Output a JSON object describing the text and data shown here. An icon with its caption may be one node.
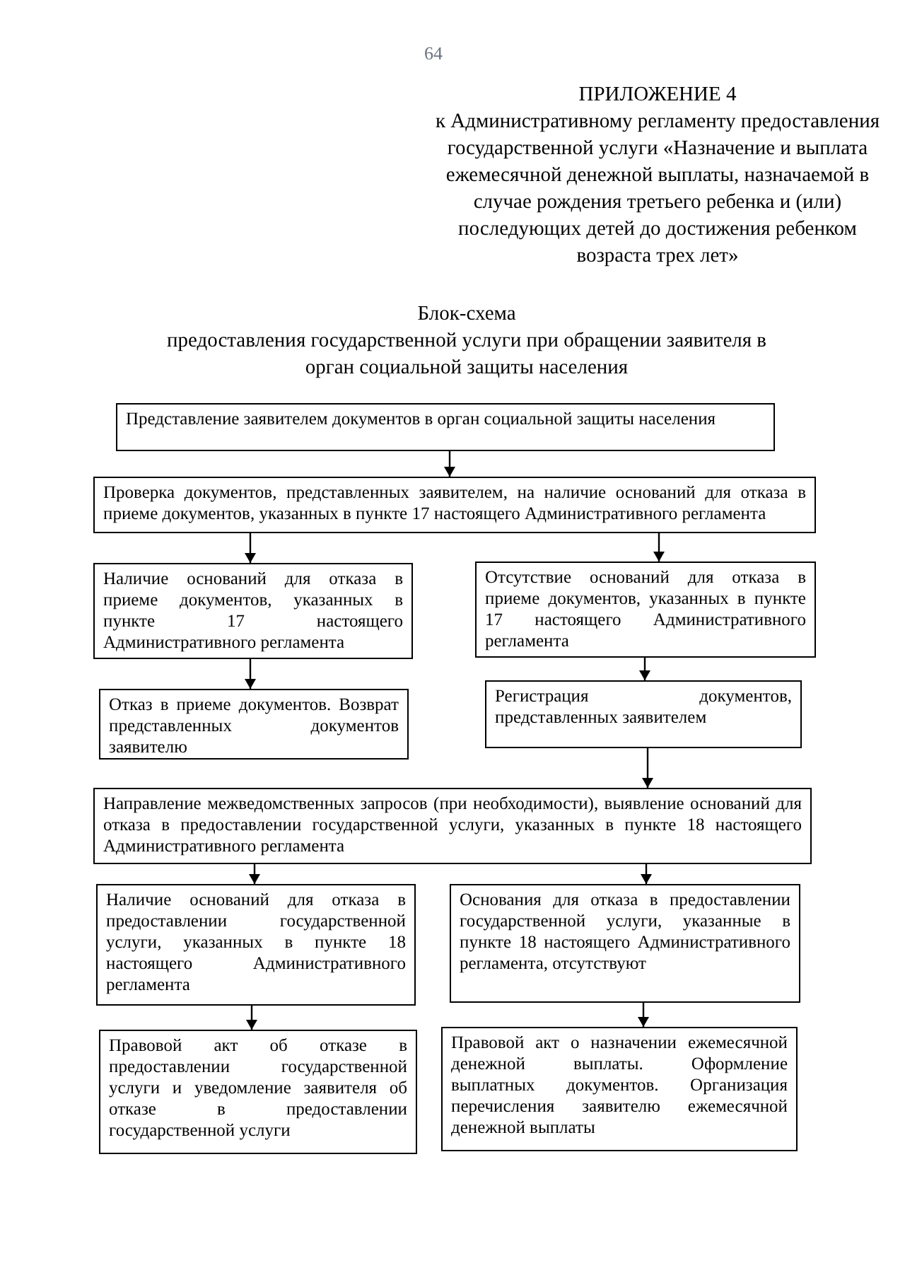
{
  "diagram": {
    "title": "Блок-схема",
    "nodes": [
      {
        "text": [
          "Представление заявителем документов в орган социальной защиты населения"
        ]
      },
      {
        "text": [
          "Проверка документов, представленных заявителем, на наличие оснований для отказа в приеме документов, указанных в пункте 17 настоящего Административного регламента"
        ]
      },
      {
        "text": [
          "Наличие оснований для отказа в приеме документов, указанных в пункте 17 настоящего Административного регламента"
        ]
      },
      {
        "text": [
          "Отсутствие оснований для отказа в приеме документов, указанных в пункте 17 настоящего Административного регламента"
        ]
      },
      {
        "text": [
          "Отказ в приеме документов. Возврат представленных документов заявителю"
        ]
      },
      {
        "text": [
          "Регистрация документов, представленных заявителем"
        ]
      },
      {
        "text": [
          "Направление межведомственных запросов (при необходимости), выявление оснований для отказа в предоставлении государственной услуги, указанных в пункте 18 настоящего Административного регламента"
        ]
      },
      {
        "text": [
          "Наличие оснований для отказа в предоставлении государственной услуги, указанных в пункте 18 настоящего Административного регламента"
        ]
      },
      {
        "text": [
          "Основания для отказа в предоставлении государственной услуги, указанные в пункте 18 настоящего Административного регламента, отсутствуют"
        ]
      },
      {
        "text": [
          "Правовой акт об отказе в предоставлении государственной услуги и уведомление заявителя об отказе в предоставлении государственной услуги"
        ]
      },
      {
        "text": [
          "Правовой акт о назначении ежемесячной денежной выплаты. Оформление выплатных документов. Организация перечисления заявителю ежемесячной денежной выплаты"
        ]
      }
    ],
    "edges": [
      {
        "from": 0,
        "to": 1,
        "arrow": "to"
      },
      {
        "from": 1,
        "to": 2,
        "arrow": "to"
      },
      {
        "from": 1,
        "to": 3,
        "arrow": "to"
      },
      {
        "from": 2,
        "to": 4,
        "arrow": "to"
      },
      {
        "from": 3,
        "to": 5,
        "arrow": "to"
      },
      {
        "from": 5,
        "to": 6,
        "arrow": "to"
      },
      {
        "from": 6,
        "to": 7,
        "arrow": "to"
      },
      {
        "from": 6,
        "to": 8,
        "arrow": "to"
      },
      {
        "from": 7,
        "to": 9,
        "arrow": "to"
      },
      {
        "from": 8,
        "to": 10,
        "arrow": "to"
      }
    ],
    "labels": [
      "64",
      "ПРИЛОЖЕНИЕ 4",
      "к Административному регламенту предоставления государственной услуги «Назначение и выплата ежемесячной денежной выплаты, назначаемой в случае рождения третьего ребенка и (или) последующих детей до достижения ребенком возраста трех лет»",
      "предоставления государственной услуги при обращении заявителя в орган социальной защиты населения"
    ]
  }
}
